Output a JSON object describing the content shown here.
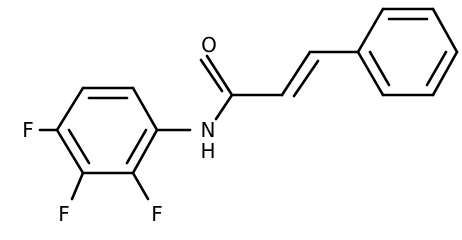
{
  "molecule": {
    "atoms": {
      "oxygen": "O",
      "amide_nitrogen": "N",
      "amide_hydrogen": "H",
      "fluorine_4": "F",
      "fluorine_3": "F",
      "fluorine_2": "F"
    },
    "colors": {
      "bond": "#000000",
      "label": "#000000",
      "background": "#ffffff"
    }
  }
}
